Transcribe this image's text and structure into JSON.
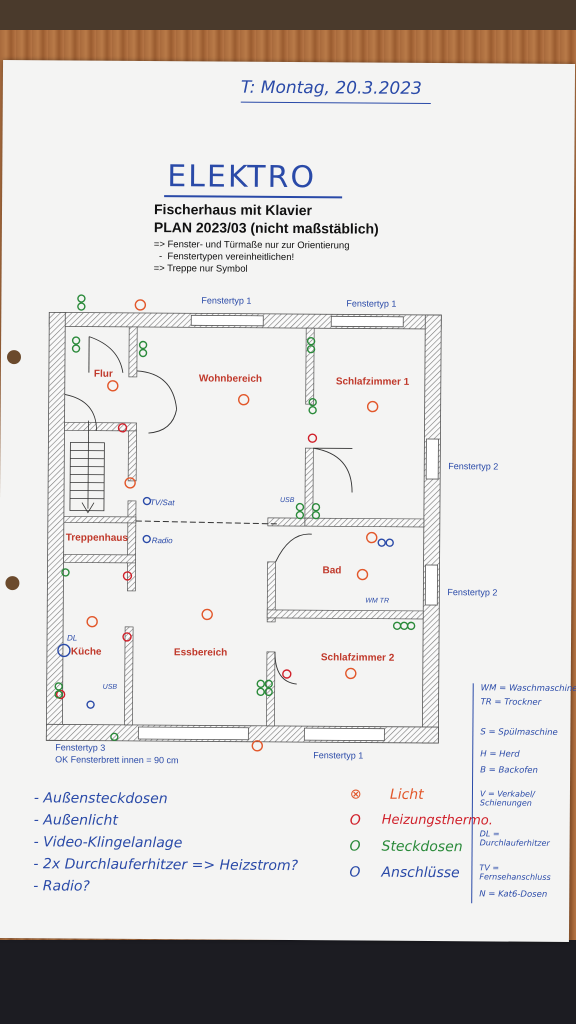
{
  "header": {
    "date_note": "T: Montag, 20.3.2023",
    "title_handwritten": "ELEKTRO",
    "doc_title": "Fischerhaus mit Klavier",
    "plan_id": "PLAN 2023/03 (nicht maßstäblich)",
    "notes": [
      "=> Fenster- und Türmaße nur zur Orientierung",
      "  -  Fenstertypen vereinheitlichen!",
      "=> Treppe nur Symbol"
    ]
  },
  "rooms": {
    "flur": "Flur",
    "wohnbereich": "Wohnbereich",
    "schlafzimmer1": "Schlafzimmer 1",
    "treppenhaus": "Treppenhaus",
    "bad": "Bad",
    "kueche": "Küche",
    "essbereich": "Essbereich",
    "schlafzimmer2": "Schlafzimmer 2"
  },
  "window_labels": {
    "top_left": "Fenstertyp 1",
    "top_right": "Fenstertyp 1",
    "right_upper": "Fenstertyp 2",
    "right_lower": "Fenstertyp 2",
    "bottom_left": "Fenstertyp 3",
    "bottom_left_note": "OK Fensterbrett innen = 90 cm",
    "bottom_right": "Fenstertyp 1"
  },
  "plan_annotations": {
    "tv_sat": "TV/Sat",
    "radio": "Radio",
    "wm_tr": "WM TR",
    "dl": "DL",
    "usb": "USB"
  },
  "todo_list": [
    "- Außensteckdosen",
    "- Außenlicht",
    "- Video-Klingelanlage",
    "- 2x Durchlauferhitzer  => Heizstrom?",
    "- Radio?"
  ],
  "legend": [
    {
      "symbol": "⊗",
      "label": "Licht",
      "color": "#e2572a"
    },
    {
      "symbol": "O",
      "label": "Heizungsthermo.",
      "color": "#d0202a"
    },
    {
      "symbol": "O",
      "label": "Steckdosen",
      "color": "#2a8a3a"
    },
    {
      "symbol": "O",
      "label": "Anschlüsse",
      "color": "#2a4aa8"
    }
  ],
  "abbreviations": [
    "WM = Waschmaschine",
    "TR = Trockner",
    "S = Spülmaschine",
    "H = Herd",
    "B = Backofen",
    "V = Verkabel/ Schienungen",
    "DL = Durchlauferhitzer",
    "TV = Fernsehanschluss",
    "N = Kat6-Dosen"
  ],
  "colors": {
    "paper": "#f4f4f3",
    "wall_hatch": "#8a8a8a",
    "room_label": "#c0392b",
    "ink_blue": "#2a4aa8",
    "ink_orange": "#e2572a",
    "ink_red": "#d0202a",
    "ink_green": "#2a8a3a"
  }
}
